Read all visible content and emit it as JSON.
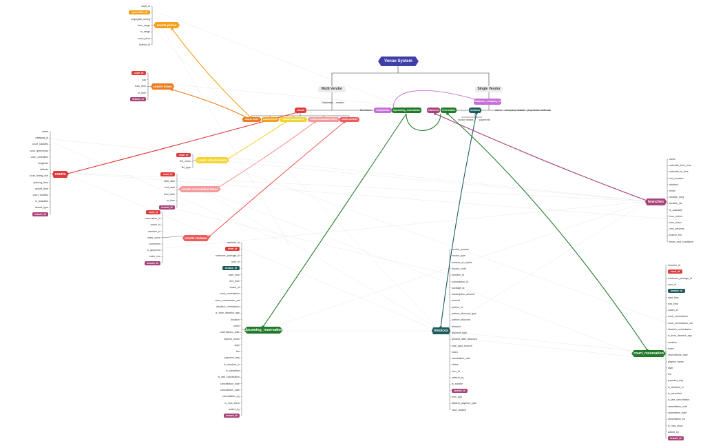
{
  "colors": {
    "indigo": "#3f3fa8",
    "orange": "#f3a11a",
    "dorange": "#ee7b1e",
    "red": "#e03a3a",
    "yellow": "#f4d430",
    "salmon": "#f39a9a",
    "coral": "#ef5b5b",
    "purple": "#c66fd6",
    "green": "#1f7a2a",
    "teal": "#1d5c5e",
    "maroon": "#a8437a",
    "grey": "#ececec"
  },
  "root": {
    "label": "Venue System"
  },
  "vendors": {
    "multi": "Multi Vendor",
    "single": "Single Vendor"
  },
  "middle_labels": {
    "database": "Database - master",
    "members": "Members",
    "invoice_details": "invoice details",
    "payments": "payments",
    "users": "users",
    "company_details": "company details",
    "payments_methods": "payments methods"
  },
  "top_nodes": [
    {
      "key": "courts",
      "label": "courts",
      "color": "red"
    },
    {
      "key": "companies",
      "label": "Companies",
      "color": "purple"
    },
    {
      "key": "upcoming_reservation",
      "label": "Upcoming_reservation",
      "color": "green"
    },
    {
      "key": "database_company_id",
      "label": "Database_company_id",
      "color": "purple"
    },
    {
      "key": "branches",
      "label": "branches",
      "color": "maroon"
    },
    {
      "key": "reservation",
      "label": "reservation",
      "color": "green"
    },
    {
      "key": "invoices",
      "label": "invoices",
      "color": "teal"
    }
  ],
  "court_sub_nodes": [
    {
      "label": "courts times",
      "color": "dorange"
    },
    {
      "label": "courts prices",
      "color": "orange"
    },
    {
      "label": "courts attachments",
      "color": "yellow"
    },
    {
      "label": "courts unavailabel times",
      "color": "salmon"
    },
    {
      "label": "courts reviews",
      "color": "coral"
    }
  ],
  "entities": {
    "courts_prices": {
      "label": "courts prices",
      "color": "orange",
      "fields": [
        "court_id",
        "court_time_id",
        "segregate_timing",
        "from_range",
        "to_range",
        "court_price",
        "branch_id"
      ],
      "highlights": {
        "court_time_id": "orange"
      }
    },
    "courts_times": {
      "label": "courts times",
      "color": "dorange",
      "fields": [
        "court_id",
        "day",
        "from_time",
        "to_time",
        "branch_id"
      ],
      "highlights": {
        "court_id": "red",
        "branch_id": "maroon"
      }
    },
    "courts": {
      "label": "courts",
      "color": "red",
      "fields": [
        "name",
        "category_id",
        "court_capacity",
        "court_greenness",
        "court_amenities",
        "longitude",
        "latitude",
        "court_timing_slot",
        "opening_time",
        "closed_time",
        "court_visibility",
        "is_available",
        "closed_type",
        "branch_id"
      ],
      "highlights": {
        "branch_id": "maroon"
      }
    },
    "courts_attachments": {
      "label": "courts attachments",
      "color": "yellow",
      "fields": [
        "court_id",
        "file_name",
        "file_type"
      ],
      "highlights": {
        "court_id": "red"
      }
    },
    "courts_unavailabel": {
      "label": "courts unavailabel times",
      "color": "salmon",
      "fields": [
        "court_id",
        "start_date",
        "end_date",
        "from_time",
        "to_time",
        "branch_id"
      ],
      "highlights": {
        "court_id": "red",
        "branch_id": "maroon"
      }
    },
    "courts_reviews": {
      "label": "courts reviews",
      "color": "coral",
      "fields": [
        "court_id",
        "reservation_id",
        "coach_id",
        "member_id",
        "stars_count",
        "comments",
        "is_approved",
        "order_row",
        "branch_id"
      ],
      "highlights": {
        "court_id": "red",
        "branch_id": "maroon"
      }
    },
    "upcoming": {
      "label": "Upcoming_reservation",
      "color": "green",
      "fields": [
        "member_id",
        "court_id",
        "customer_package_id",
        "user_id",
        "invoice_id",
        "start_time",
        "end_time",
        "coach_id",
        "court_commission",
        "court_commission_val",
        "dtswitch_commission",
        "is_from_dtswitch_app",
        "duration",
        "notes",
        "reservations_date",
        "players_name",
        "style",
        "fee",
        "payment_way",
        "is_checked_in",
        "is_cancelled",
        "is_late_cancellation",
        "cancellation_note",
        "cancellation_date",
        "cancellation_by",
        "is_now_show",
        "added_by",
        "branch_id"
      ],
      "highlights": {
        "court_id": "red",
        "invoice_id": "teal",
        "branch_id": "maroon"
      }
    },
    "invoices": {
      "label": "invoices",
      "color": "teal",
      "fields": [
        "invoice_number",
        "invoice_type",
        "number_of_copies",
        "invoice_code",
        "member_id",
        "subscription_id",
        "package_id",
        "subscription_amount",
        "amount",
        "partner_id",
        "partner_discount_type",
        "partner_discount",
        "discount",
        "discount_type",
        "amount_after_discount",
        "total_paid_amount",
        "notes",
        "cancelation_note",
        "status",
        "user_id",
        "referral_by",
        "is_archive",
        "branch_id",
        "from_app",
        "tabseel_payment_type",
        "cash_tabseel"
      ],
      "highlights": {
        "branch_id": "maroon"
      }
    },
    "branches": {
      "label": "branches",
      "color": "maroon",
      "fields": [
        "name",
        "calendar_from_time",
        "calendar_to_time",
        "slot_duration",
        "address",
        "email",
        "location_long",
        "location_lat",
        "is_available",
        "hour_bofore",
        "hour_tower",
        "vms_services",
        "branch_fmt",
        "terms_and_conditions"
      ],
      "highlights": {}
    },
    "court_reservation": {
      "label": "court_reservation",
      "color": "green",
      "fields": [
        "member_id",
        "court_id",
        "customer_package_id",
        "user_id",
        "invoice_id",
        "start_time",
        "end_time",
        "coach_id",
        "court_commission",
        "court_commission_val",
        "dtswitch_commission",
        "is_from_dtswitch_app",
        "duration",
        "notes",
        "reservations_date",
        "players_name",
        "style",
        "fee",
        "payment_way",
        "is_checked_in",
        "is_cancelled",
        "is_late_cancellation",
        "cancellation_note",
        "cancelation_date",
        "cancellation_by",
        "is_now_show",
        "added_by",
        "branch_id"
      ],
      "highlights": {
        "court_id": "red",
        "invoice_id": "teal",
        "branch_id": "maroon"
      }
    }
  }
}
